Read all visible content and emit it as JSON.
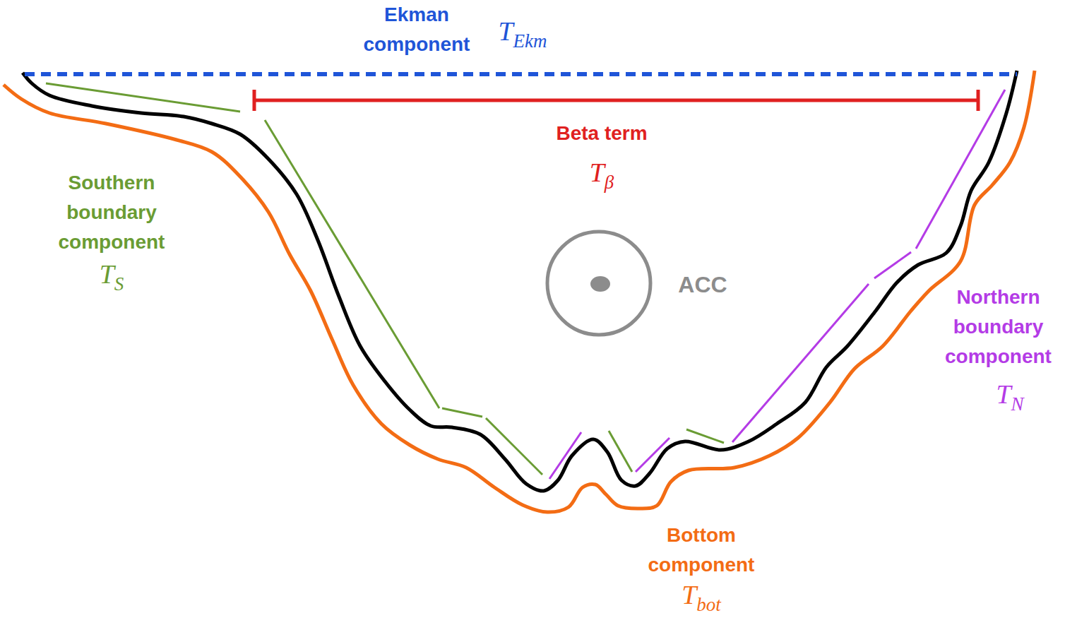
{
  "diagram": {
    "labels": [
      "Ekman component",
      "TEkm",
      "Beta term",
      "Tβ",
      "Southern boundary component",
      "TS",
      "ACC",
      "Northern boundary component",
      "TN",
      "Bottom component",
      "Tbot"
    ]
  }
}
